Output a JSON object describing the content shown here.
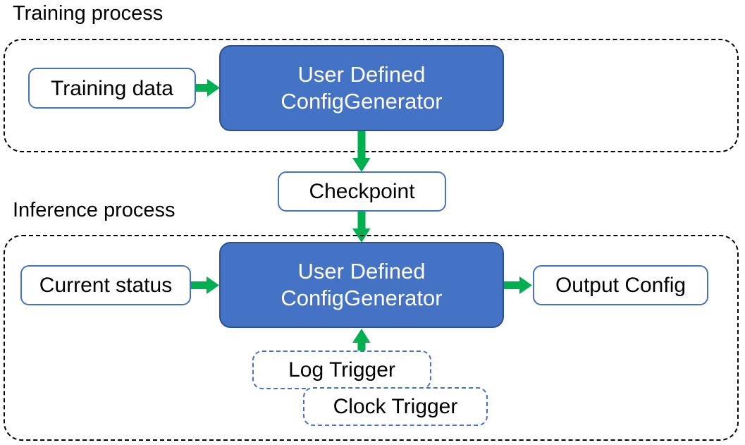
{
  "diagram": {
    "title_training": "Training process",
    "title_inference": "Inference process",
    "colors": {
      "process_fill": "#4472C4",
      "process_stroke": "#2F528F",
      "node_stroke": "#4472C4",
      "arrow": "#00B050",
      "section_stroke": "#000000",
      "text_dark": "#000000",
      "text_light": "#FFFFFF"
    }
  },
  "training": {
    "label": "Training process",
    "input_node": "Training data",
    "process_node_line1": "User Defined",
    "process_node_line2": "ConfigGenerator"
  },
  "bridge": {
    "checkpoint": "Checkpoint"
  },
  "inference": {
    "label": "Inference process",
    "input_node": "Current status",
    "process_node_line1": "User Defined",
    "process_node_line2": "ConfigGenerator",
    "output_node": "Output Config",
    "triggers": [
      {
        "label": "Log Trigger"
      },
      {
        "label": "Clock Trigger"
      }
    ]
  }
}
